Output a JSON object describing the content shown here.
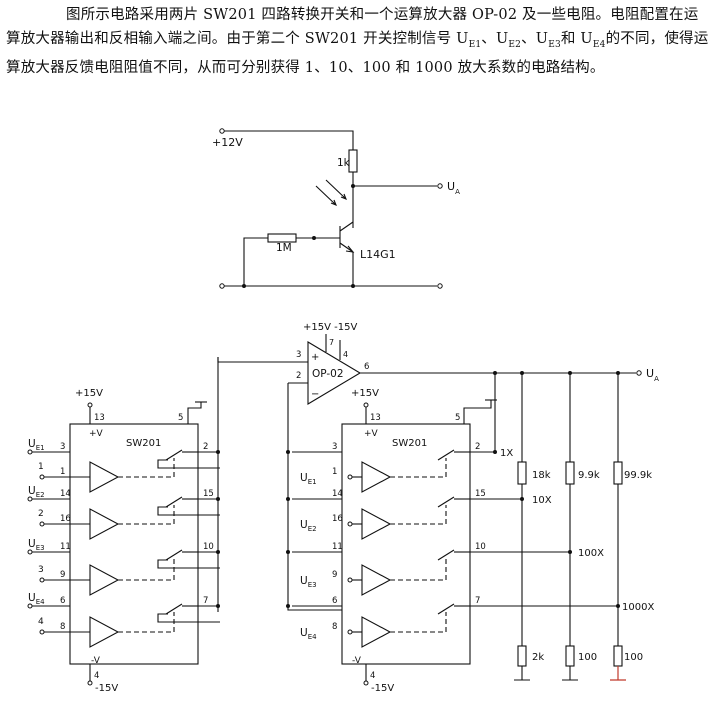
{
  "caption": {
    "p1": "图所示电路采用两片 SW201 四路转换开关和一个运算放大器 OP-02 及一些电阻。电阻配置在运算放大器输出和反相输入端之间。由于第二个 SW201 开关控制信号 U",
    "s1": "E1",
    "p2": "、U",
    "s2": "E2",
    "p3": "、U",
    "s3": "E3",
    "p4": "和 U",
    "s4": "E4",
    "p5": "的不同，使得运算放大器反馈电阻阻值不同，从而可分别获得 1、10、100 和 1000 放大系数的电路结构。"
  },
  "top_circuit": {
    "supply": "+12V",
    "r_collector": "1k",
    "output": "U",
    "output_sub": "A",
    "r_base": "1M",
    "transistor": "L14G1"
  },
  "opamp": {
    "name": "OP-02",
    "supply_pos": "+15V",
    "supply_neg": "-15V",
    "pin_minus": "2",
    "pin_plus": "3",
    "pin7": "7",
    "pin4": "4",
    "pin6": "6",
    "output": "U",
    "output_sub": "A"
  },
  "chips": [
    {
      "name": "SW201",
      "vplus": "+15V",
      "vminus": "-15V",
      "pin_vplus_label": "+V",
      "pin_vminus_label": "-V",
      "pin13": "13",
      "pin4": "4",
      "pin5": "5",
      "inputs": [
        {
          "u": "U",
          "sub": "E1",
          "ctrl_pin": "3",
          "in_pin": "1",
          "in_label": "1",
          "out_pin": "2"
        },
        {
          "u": "U",
          "sub": "E2",
          "ctrl_pin": "14",
          "in_pin": "16",
          "in_label": "2",
          "out_pin": "15"
        },
        {
          "u": "U",
          "sub": "E3",
          "ctrl_pin": "11",
          "in_pin": "9",
          "in_label": "3",
          "out_pin": "10"
        },
        {
          "u": "U",
          "sub": "E4",
          "ctrl_pin": "6",
          "in_pin": "8",
          "in_label": "4",
          "out_pin": "7"
        }
      ]
    },
    {
      "name": "SW201",
      "vplus": "+15V",
      "vminus": "-15V",
      "pin_vplus_label": "+V",
      "pin_vminus_label": "-V",
      "pin13": "13",
      "pin4": "4",
      "pin5": "5",
      "inputs": [
        {
          "u": "U",
          "sub": "E1",
          "ctrl_pin": "3",
          "in_pin": "1",
          "out_pin": "2",
          "gain": "1X"
        },
        {
          "u": "U",
          "sub": "E2",
          "ctrl_pin": "14",
          "in_pin": "16",
          "out_pin": "15",
          "gain": "10X"
        },
        {
          "u": "U",
          "sub": "E3",
          "ctrl_pin": "11",
          "in_pin": "9",
          "out_pin": "10",
          "gain": "100X"
        },
        {
          "u": "U",
          "sub": "E4",
          "ctrl_pin": "6",
          "in_pin": "8",
          "out_pin": "7",
          "gain": "1000X"
        }
      ]
    }
  ],
  "resistors": {
    "r1": "18k",
    "r2": "9.9k",
    "r3": "99.9k",
    "g1": "2k",
    "g2": "100",
    "g3": "100"
  },
  "colors": {
    "ink": "#111111",
    "ground_highlight": "#c0392b"
  }
}
